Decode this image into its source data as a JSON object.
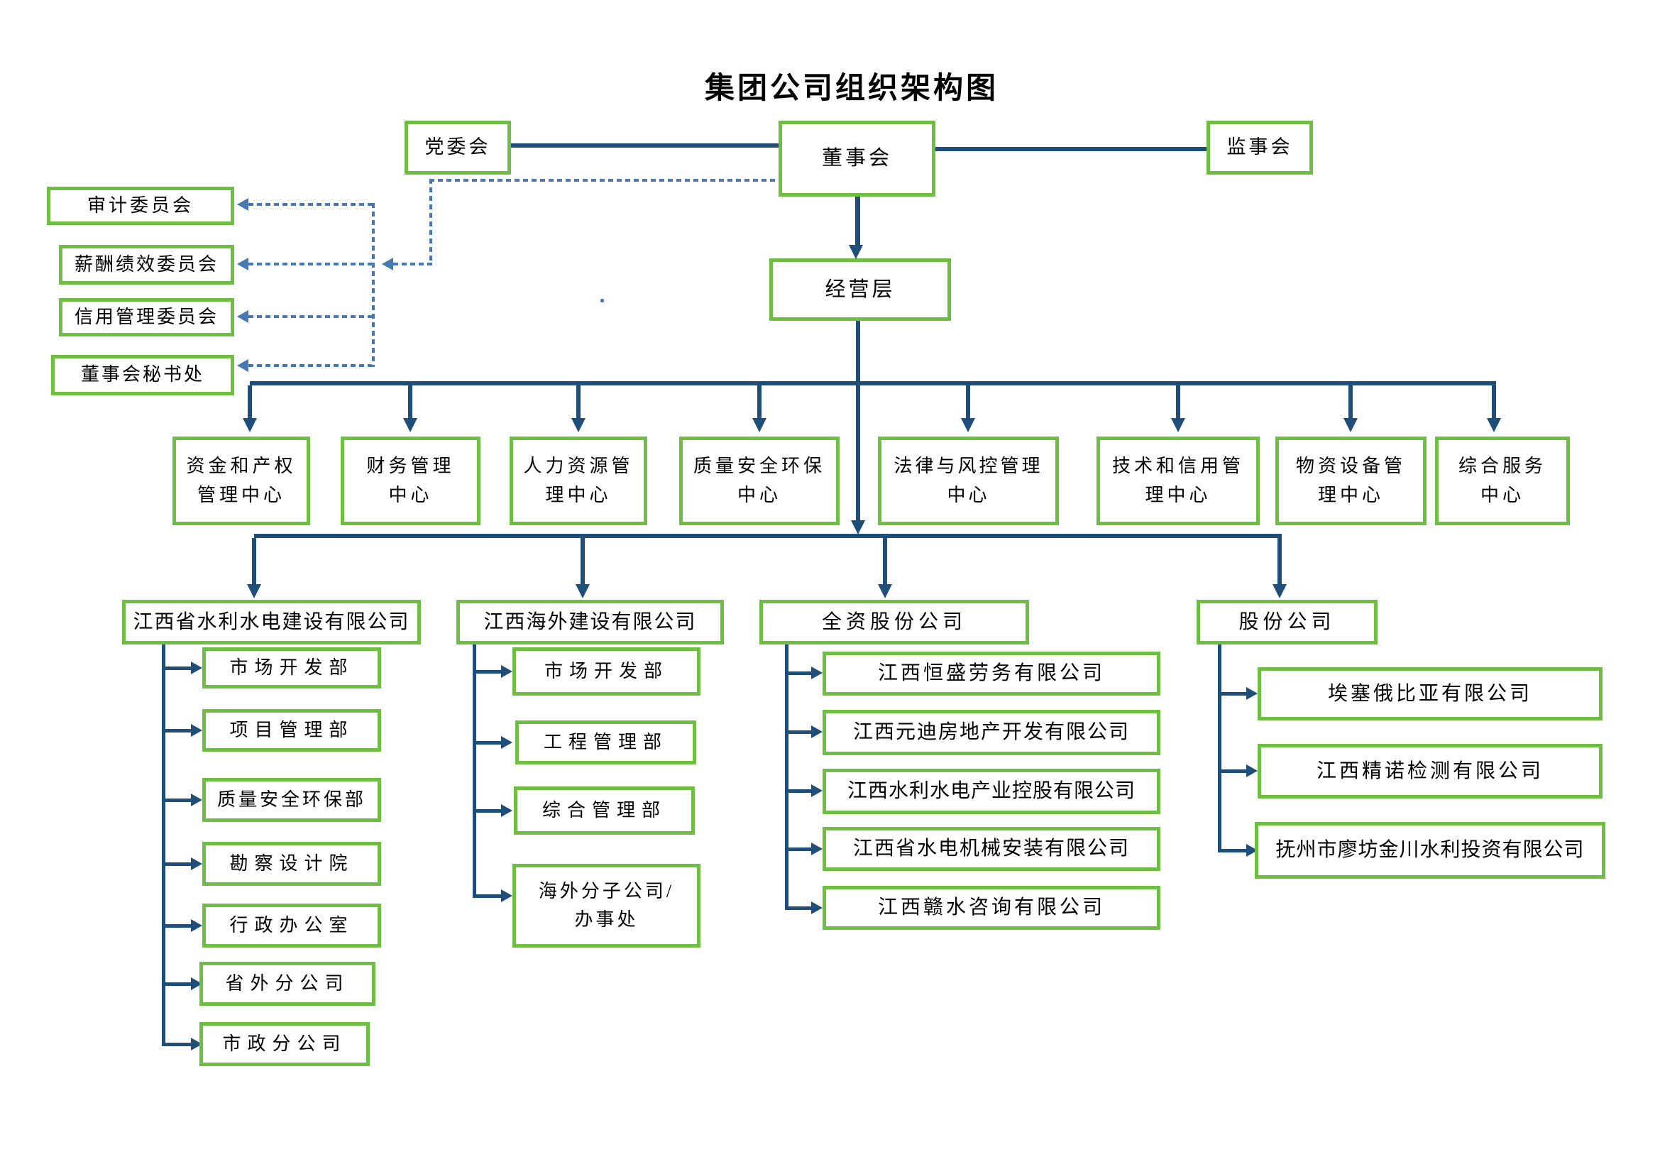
{
  "title": "集团公司组织架构图",
  "top": {
    "party": "党委会",
    "board": "董事会",
    "supervisory": "监事会",
    "management": "经营层"
  },
  "committees": [
    {
      "label": "审计委员会"
    },
    {
      "label": "薪酬绩效委员会"
    },
    {
      "label": "信用管理委员会"
    },
    {
      "label": "董事会秘书处"
    }
  ],
  "centers": [
    {
      "line1": "资金和产权",
      "line2": "管理中心"
    },
    {
      "line1": "财务管理",
      "line2": "中心"
    },
    {
      "line1": "人力资源管",
      "line2": "理中心"
    },
    {
      "line1": "质量安全环保",
      "line2": "中心"
    },
    {
      "line1": "法律与风控管理",
      "line2": "中心"
    },
    {
      "line1": "技术和信用管",
      "line2": "理中心"
    },
    {
      "line1": "物资设备管",
      "line2": "理中心"
    },
    {
      "line1": "综合服务",
      "line2": "中心"
    }
  ],
  "branches": [
    {
      "name": "江西省水利水电建设有限公司",
      "children": [
        "市场开发部",
        "项目管理部",
        "质量安全环保部",
        "勘察设计院",
        "行政办公室",
        "省外分公司",
        "市政分公司"
      ]
    },
    {
      "name": "江西海外建设有限公司",
      "children": [
        "市场开发部",
        "工程管理部",
        "综合管理部",
        "海外分子公司/\n办事处"
      ]
    },
    {
      "name": "全资股份公司",
      "children": [
        "江西恒盛劳务有限公司",
        "江西元迪房地产开发有限公司",
        "江西水利水电产业控股有限公司",
        "江西省水电机械安装有限公司",
        "江西赣水咨询有限公司"
      ]
    },
    {
      "name": "股份公司",
      "children": [
        "埃塞俄比亚有限公司",
        "江西精诺检测有限公司",
        "抚州市廖坊金川水利投资有限公司"
      ]
    }
  ],
  "colors": {
    "box_border_green": "#6FBE44",
    "solid_line_blue": "#1F4E79",
    "dotted_line_blue": "#4679B2",
    "text": "#000000"
  }
}
